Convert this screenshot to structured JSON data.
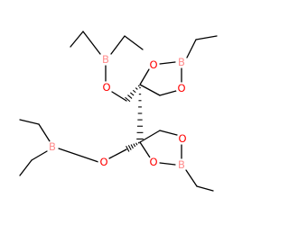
{
  "molecule": {
    "atom_labels": {
      "b_boryl_top": "B",
      "o_boryl_top": "O",
      "o_ring1_left": "O",
      "b_ring1": "B",
      "o_ring1_right": "O",
      "b_boryl_bottom": "B",
      "o_boryl_bottom": "O",
      "o_ring2_right": "O",
      "o_ring2_left": "O",
      "b_ring2": "B"
    },
    "colors": {
      "B": "#FF8C8C",
      "O": "#FF0000",
      "bond": "#000000"
    }
  }
}
